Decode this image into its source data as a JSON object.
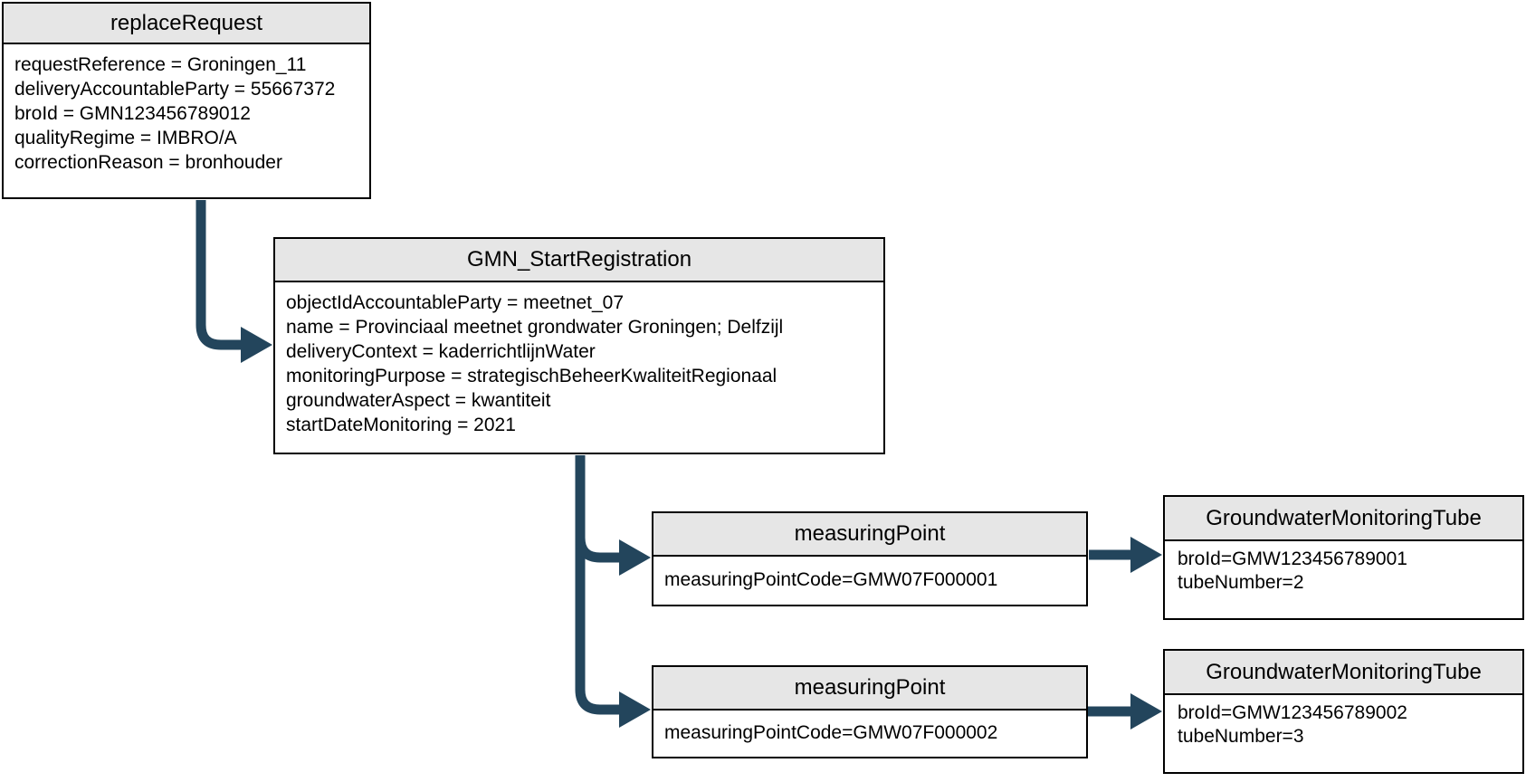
{
  "colors": {
    "arrow": "#23455C",
    "headerFill": "#E6E6E6",
    "border": "#000000",
    "text": "#000000",
    "background": "#FFFFFF"
  },
  "diagram": {
    "nodes": [
      {
        "id": "replaceRequest",
        "title": "replaceRequest",
        "attributes": [
          "requestReference = Groningen_11",
          "deliveryAccountableParty = 55667372",
          "broId = GMN123456789012",
          "qualityRegime = IMBRO/A",
          "correctionReason = bronhouder"
        ]
      },
      {
        "id": "gmnStartRegistration",
        "title": "GMN_StartRegistration",
        "attributes": [
          "objectIdAccountableParty = meetnet_07",
          "name = Provinciaal meetnet grondwater Groningen; Delfzijl",
          "deliveryContext = kaderrichtlijnWater",
          "monitoringPurpose = strategischBeheerKwaliteitRegionaal",
          "groundwaterAspect = kwantiteit",
          "startDateMonitoring = 2021"
        ]
      },
      {
        "id": "measuringPoint1",
        "title": "measuringPoint",
        "attributes": [
          "measuringPointCode=GMW07F000001"
        ]
      },
      {
        "id": "measuringPoint2",
        "title": "measuringPoint",
        "attributes": [
          "measuringPointCode=GMW07F000002"
        ]
      },
      {
        "id": "groundwaterMonitoringTube1",
        "title": "GroundwaterMonitoringTube",
        "attributes": [
          "broId=GMW123456789001",
          "tubeNumber=2"
        ]
      },
      {
        "id": "groundwaterMonitoringTube2",
        "title": "GroundwaterMonitoringTube",
        "attributes": [
          "broId=GMW123456789002",
          "tubeNumber=3"
        ]
      }
    ],
    "edges": [
      {
        "from": "replaceRequest",
        "to": "gmnStartRegistration"
      },
      {
        "from": "gmnStartRegistration",
        "to": "measuringPoint1"
      },
      {
        "from": "gmnStartRegistration",
        "to": "measuringPoint2"
      },
      {
        "from": "measuringPoint1",
        "to": "groundwaterMonitoringTube1"
      },
      {
        "from": "measuringPoint2",
        "to": "groundwaterMonitoringTube2"
      }
    ]
  }
}
